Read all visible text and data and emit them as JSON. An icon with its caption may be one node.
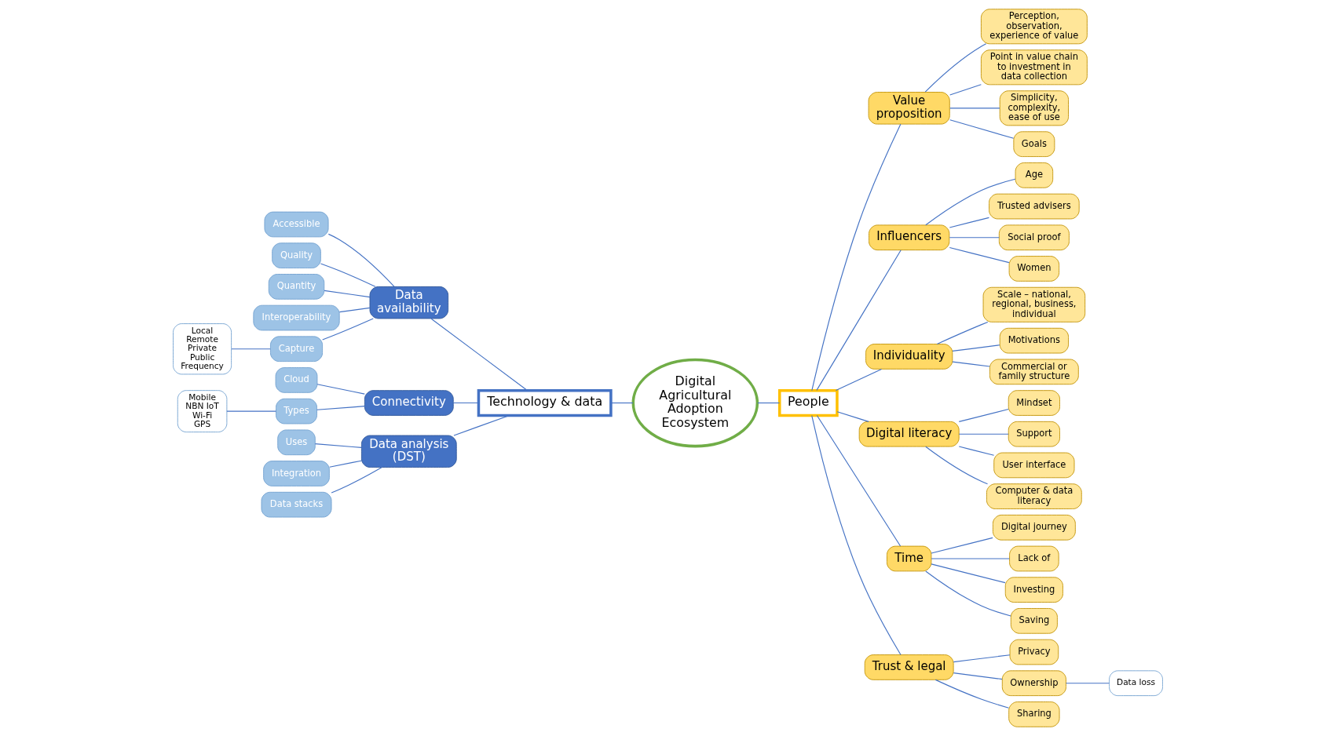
{
  "diagram": {
    "nodes": [
      {
        "text": [
          "Digital Agricultural Adoption Ecosystem"
        ]
      },
      {
        "text": [
          "Technology & data"
        ]
      },
      {
        "text": [
          "People"
        ]
      },
      {
        "text": [
          "Data availability"
        ]
      },
      {
        "text": [
          "Accessible"
        ]
      },
      {
        "text": [
          "Quality"
        ]
      },
      {
        "text": [
          "Quantity"
        ]
      },
      {
        "text": [
          "Interoperability"
        ]
      },
      {
        "text": [
          "Capture"
        ]
      },
      {
        "text": [
          "Local Remote Private Public Frequency"
        ]
      },
      {
        "text": [
          "Connectivity"
        ]
      },
      {
        "text": [
          "Cloud"
        ]
      },
      {
        "text": [
          "Types"
        ]
      },
      {
        "text": [
          "Mobile NBN IoT Wi-Fi GPS"
        ]
      },
      {
        "text": [
          "Data analysis (DST)"
        ]
      },
      {
        "text": [
          "Uses"
        ]
      },
      {
        "text": [
          "Integration"
        ]
      },
      {
        "text": [
          "Data stacks"
        ]
      },
      {
        "text": [
          "Value proposition"
        ]
      },
      {
        "text": [
          "Perception, observation, experience of value"
        ]
      },
      {
        "text": [
          "Point in value chain to investment in data collection"
        ]
      },
      {
        "text": [
          "Simplicity, complexity, ease of use"
        ]
      },
      {
        "text": [
          "Goals"
        ]
      },
      {
        "text": [
          "Influencers"
        ]
      },
      {
        "text": [
          "Age"
        ]
      },
      {
        "text": [
          "Trusted advisers"
        ]
      },
      {
        "text": [
          "Social proof"
        ]
      },
      {
        "text": [
          "Women"
        ]
      },
      {
        "text": [
          "Individuality"
        ]
      },
      {
        "text": [
          "Scale – national, regional, business, individual"
        ]
      },
      {
        "text": [
          "Motivations"
        ]
      },
      {
        "text": [
          "Commercial or family structure"
        ]
      },
      {
        "text": [
          "Digital literacy"
        ]
      },
      {
        "text": [
          "Mindset"
        ]
      },
      {
        "text": [
          "Support"
        ]
      },
      {
        "text": [
          "User interface"
        ]
      },
      {
        "text": [
          "Computer & data literacy"
        ]
      },
      {
        "text": [
          "Time"
        ]
      },
      {
        "text": [
          "Digital journey"
        ]
      },
      {
        "text": [
          "Lack of"
        ]
      },
      {
        "text": [
          "Investing"
        ]
      },
      {
        "text": [
          "Saving"
        ]
      },
      {
        "text": [
          "Trust & legal"
        ]
      },
      {
        "text": [
          "Privacy"
        ]
      },
      {
        "text": [
          "Ownership"
        ]
      },
      {
        "text": [
          "Data loss"
        ]
      },
      {
        "text": [
          "Sharing"
        ]
      }
    ],
    "edges": [
      {
        "from": 0,
        "to": 1,
        "arrow": "none"
      },
      {
        "from": 0,
        "to": 2,
        "arrow": "none"
      },
      {
        "from": 1,
        "to": 3,
        "arrow": "none"
      },
      {
        "from": 1,
        "to": 10,
        "arrow": "none"
      },
      {
        "from": 1,
        "to": 14,
        "arrow": "none"
      },
      {
        "from": 3,
        "to": 4,
        "arrow": "none"
      },
      {
        "from": 3,
        "to": 5,
        "arrow": "none"
      },
      {
        "from": 3,
        "to": 6,
        "arrow": "none"
      },
      {
        "from": 3,
        "to": 7,
        "arrow": "none"
      },
      {
        "from": 3,
        "to": 8,
        "arrow": "none"
      },
      {
        "from": 8,
        "to": 9,
        "arrow": "none"
      },
      {
        "from": 10,
        "to": 11,
        "arrow": "none"
      },
      {
        "from": 10,
        "to": 12,
        "arrow": "none"
      },
      {
        "from": 12,
        "to": 13,
        "arrow": "none"
      },
      {
        "from": 14,
        "to": 15,
        "arrow": "none"
      },
      {
        "from": 14,
        "to": 16,
        "arrow": "none"
      },
      {
        "from": 14,
        "to": 17,
        "arrow": "none"
      },
      {
        "from": 2,
        "to": 18,
        "arrow": "none"
      },
      {
        "from": 2,
        "to": 23,
        "arrow": "none"
      },
      {
        "from": 2,
        "to": 28,
        "arrow": "none"
      },
      {
        "from": 2,
        "to": 32,
        "arrow": "none"
      },
      {
        "from": 2,
        "to": 42,
        "arrow": "none"
      },
      {
        "from": 2,
        "to": 37,
        "arrow": "none"
      },
      {
        "from": 18,
        "to": 19,
        "arrow": "none"
      },
      {
        "from": 18,
        "to": 20,
        "arrow": "none"
      },
      {
        "from": 18,
        "to": 21,
        "arrow": "none"
      },
      {
        "from": 18,
        "to": 22,
        "arrow": "none"
      },
      {
        "from": 23,
        "to": 24,
        "arrow": "none"
      },
      {
        "from": 23,
        "to": 25,
        "arrow": "none"
      },
      {
        "from": 23,
        "to": 26,
        "arrow": "none"
      },
      {
        "from": 23,
        "to": 27,
        "arrow": "none"
      },
      {
        "from": 28,
        "to": 29,
        "arrow": "none"
      },
      {
        "from": 28,
        "to": 30,
        "arrow": "none"
      },
      {
        "from": 28,
        "to": 31,
        "arrow": "none"
      },
      {
        "from": 32,
        "to": 33,
        "arrow": "none"
      },
      {
        "from": 32,
        "to": 34,
        "arrow": "none"
      },
      {
        "from": 32,
        "to": 35,
        "arrow": "none"
      },
      {
        "from": 32,
        "to": 36,
        "arrow": "none"
      },
      {
        "from": 37,
        "to": 38,
        "arrow": "none"
      },
      {
        "from": 37,
        "to": 39,
        "arrow": "none"
      },
      {
        "from": 37,
        "to": 40,
        "arrow": "none"
      },
      {
        "from": 37,
        "to": 41,
        "arrow": "none"
      },
      {
        "from": 42,
        "to": 43,
        "arrow": "none"
      },
      {
        "from": 42,
        "to": 44,
        "arrow": "none"
      },
      {
        "from": 42,
        "to": 46,
        "arrow": "none"
      },
      {
        "from": 44,
        "to": 45,
        "arrow": "none"
      }
    ]
  }
}
